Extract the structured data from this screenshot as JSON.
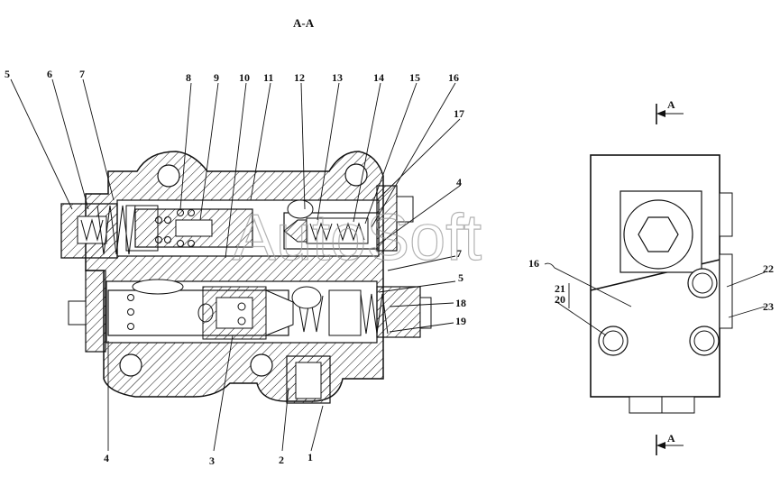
{
  "title": "A-A",
  "watermark": "AutoSoft",
  "section_marks": {
    "top": "A",
    "bottom": "A"
  },
  "callouts_left": [
    {
      "id": "c5",
      "text": "5"
    },
    {
      "id": "c6",
      "text": "6"
    },
    {
      "id": "c7",
      "text": "7"
    },
    {
      "id": "c8",
      "text": "8"
    },
    {
      "id": "c9",
      "text": "9"
    },
    {
      "id": "c10",
      "text": "10"
    },
    {
      "id": "c11",
      "text": "11"
    },
    {
      "id": "c12",
      "text": "12"
    },
    {
      "id": "c13",
      "text": "13"
    },
    {
      "id": "c14",
      "text": "14"
    },
    {
      "id": "c15",
      "text": "15"
    },
    {
      "id": "c16",
      "text": "16"
    },
    {
      "id": "c17",
      "text": "17"
    },
    {
      "id": "c4r",
      "text": "4"
    },
    {
      "id": "c7r",
      "text": "7"
    },
    {
      "id": "c5r",
      "text": "5"
    },
    {
      "id": "c18",
      "text": "18"
    },
    {
      "id": "c19",
      "text": "19"
    },
    {
      "id": "c4b",
      "text": "4"
    },
    {
      "id": "c3",
      "text": "3"
    },
    {
      "id": "c2",
      "text": "2"
    },
    {
      "id": "c1",
      "text": "1"
    }
  ],
  "callouts_right": [
    {
      "id": "r16",
      "text": "16"
    },
    {
      "id": "r21",
      "text": "21"
    },
    {
      "id": "r20",
      "text": "20"
    },
    {
      "id": "r22",
      "text": "22"
    },
    {
      "id": "r23",
      "text": "23"
    }
  ],
  "colors": {
    "line": "#111111",
    "watermark": "#9a9a9a",
    "background": "#ffffff"
  }
}
